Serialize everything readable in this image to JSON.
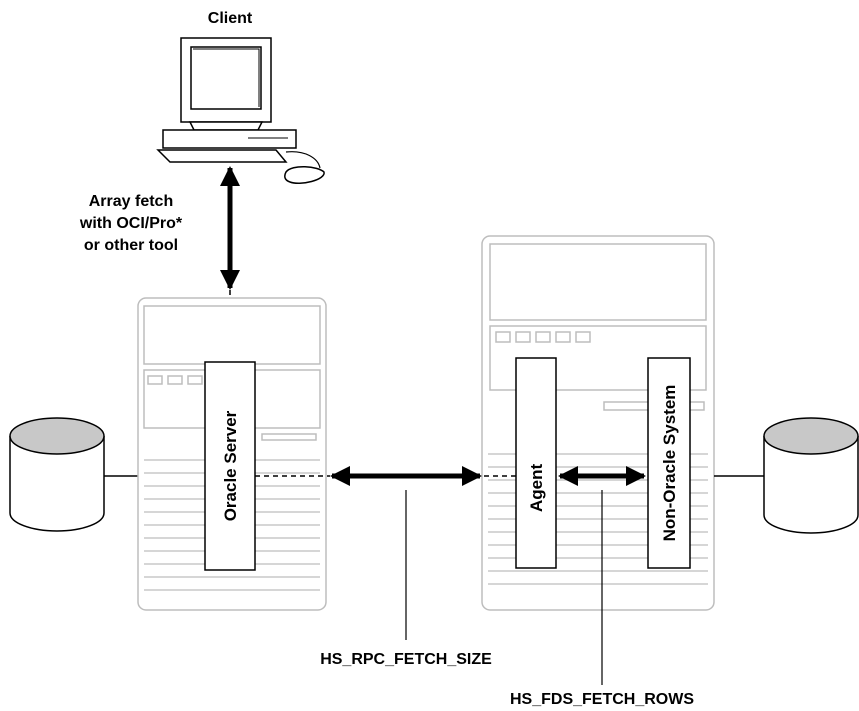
{
  "client": {
    "label": "Client"
  },
  "client_link": {
    "label_lines": [
      "Array fetch",
      "with OCI/Pro*",
      "or other tool"
    ]
  },
  "oracle_server": {
    "label": "Oracle Server"
  },
  "agent": {
    "label": "Agent"
  },
  "non_oracle_system": {
    "label": "Non-Oracle System"
  },
  "callouts": {
    "rpc_fetch_size": "HS_RPC_FETCH_SIZE",
    "fds_fetch_rows": "HS_FDS_FETCH_ROWS"
  }
}
